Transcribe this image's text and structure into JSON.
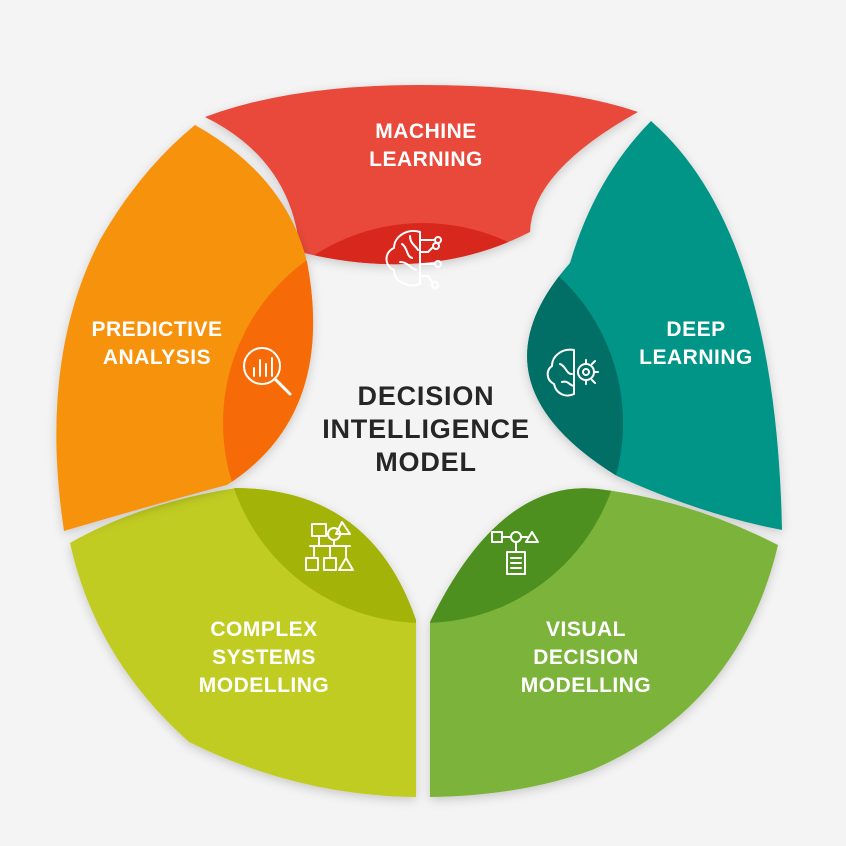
{
  "center": {
    "line1": "DECISION",
    "line2": "INTELLIGENCE",
    "line3": "MODEL"
  },
  "segments": {
    "machine_learning": {
      "line1": "MACHINE",
      "line2": "LEARNING",
      "color": "#e94a3a",
      "inner_color": "#d8281e",
      "icon": "brain-circuit-icon"
    },
    "deep_learning": {
      "line1": "DEEP",
      "line2": "LEARNING",
      "color": "#019587",
      "inner_color": "#016f65",
      "icon": "brain-gear-icon"
    },
    "visual_decision_modelling": {
      "line1": "VISUAL",
      "line2": "DECISION",
      "line3": "MODELLING",
      "color": "#7cb43a",
      "inner_color": "#4e901f",
      "icon": "flowchart-document-icon"
    },
    "complex_systems_modelling": {
      "line1": "COMPLEX",
      "line2": "SYSTEMS",
      "line3": "MODELLING",
      "color": "#c0cc23",
      "inner_color": "#a4b307",
      "icon": "shapes-network-icon"
    },
    "predictive_analysis": {
      "line1": "PREDICTIVE",
      "line2": "ANALYSIS",
      "color": "#f7920e",
      "inner_color": "#f66b07",
      "icon": "magnifier-chart-icon"
    }
  }
}
